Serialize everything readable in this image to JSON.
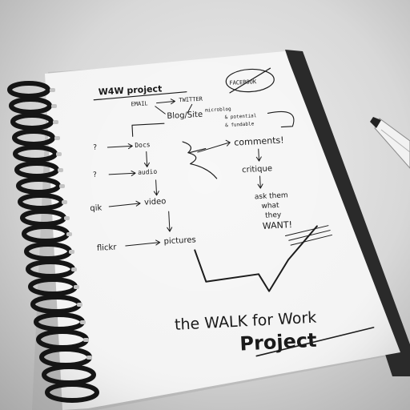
{
  "notebook": {
    "title": "W4W project",
    "items": {
      "email": "EMAIL",
      "twitter": "TWITTER",
      "facebook": "FACEBOOK",
      "blog_site": "Blog/Site",
      "microbog": "microblog",
      "opt1": "& potential",
      "opt2": "& fundable",
      "docs": "Docs",
      "audio": "audio",
      "video": "video",
      "pictures": "pictures",
      "qik": "qik",
      "flickr": "flickr",
      "q1": "?",
      "q2": "?",
      "comments": "comments!",
      "critique": "critique",
      "ask_line1": "ask them",
      "ask_line2": "what",
      "ask_line3": "they",
      "ask_line4": "WANT!",
      "headline1": "the WALK for Work",
      "headline2": "Project"
    }
  },
  "colors": {
    "paper": "#f4f4f4",
    "ink": "#1c1c1c",
    "spiral": "#151515",
    "background": "#d9d9d9"
  }
}
